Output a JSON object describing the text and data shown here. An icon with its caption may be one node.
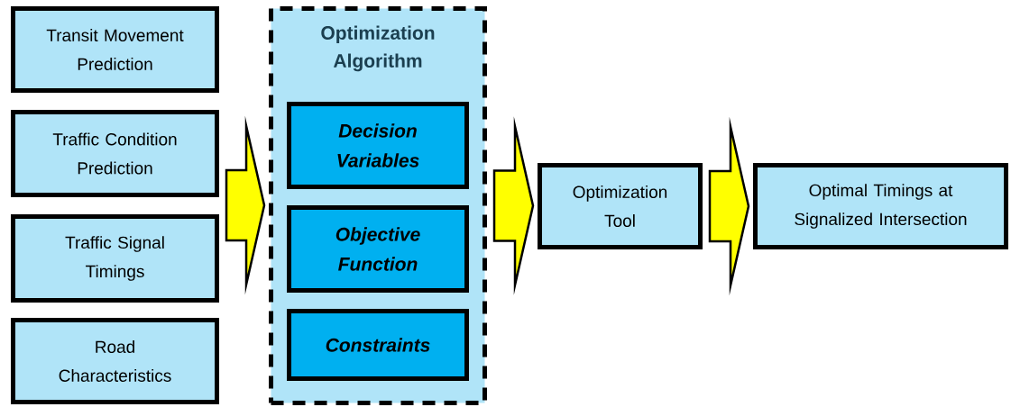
{
  "diagram": {
    "nodes": [
      {
        "text": [
          "Transit Movement Prediction"
        ]
      },
      {
        "text": [
          "Traffic Condition Prediction"
        ]
      },
      {
        "text": [
          "Traffic Signal Timings"
        ]
      },
      {
        "text": [
          "Road Characteristics"
        ]
      },
      {
        "text": [
          "Optimization Algorithm"
        ]
      },
      {
        "text": [
          "Decision Variables"
        ],
        "in": 4
      },
      {
        "text": [
          "Objective Function"
        ],
        "in": 4
      },
      {
        "text": [
          "Constraints"
        ],
        "in": 4
      },
      {
        "text": [
          "Optimization Tool"
        ]
      },
      {
        "text": [
          "Optimal Timings at Signalized Intersection"
        ]
      }
    ],
    "edges": [
      {
        "from": 0,
        "to": 4,
        "arrow": "to"
      },
      {
        "from": 1,
        "to": 4,
        "arrow": "to"
      },
      {
        "from": 2,
        "to": 4,
        "arrow": "to"
      },
      {
        "from": 3,
        "to": 4,
        "arrow": "to"
      },
      {
        "from": 4,
        "to": 8,
        "arrow": "to"
      },
      {
        "from": 8,
        "to": 9,
        "arrow": "to"
      }
    ]
  }
}
